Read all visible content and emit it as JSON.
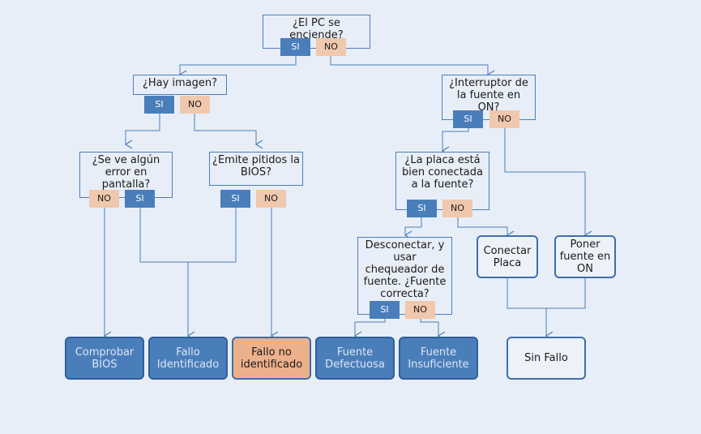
{
  "nodes": {
    "pc_on": "¿El PC se enciende?",
    "image": "¿Hay imagen?",
    "psu_switch": "¿Interruptor de la fuente en ON?",
    "screen_error": "¿Se ve algún error en pantalla?",
    "bios_beep": "¿Emite pitidos la BIOS?",
    "board_connected": "¿La placa está bien conectada a la fuente?",
    "disconnect": "Desconectar, y usar chequeador de fuente. ¿Fuente correcta?",
    "connect_board": "Conectar Placa",
    "psu_on": "Poner fuente en ON",
    "check_bios": "Comprobar BIOS",
    "fault_identified": "Fallo Identificado",
    "fault_unidentified": "Fallo no identificado",
    "psu_faulty": "Fuente Defectuosa",
    "psu_insufficient": "Fuente Insuficiente",
    "no_fault": "Sin Fallo"
  },
  "labels": {
    "yes": "SI",
    "no": "NO"
  },
  "colors": {
    "line": "#4a7ebb",
    "yes": "#4a7ebb",
    "no": "#f0c8ad",
    "background": "#e8eef7"
  }
}
